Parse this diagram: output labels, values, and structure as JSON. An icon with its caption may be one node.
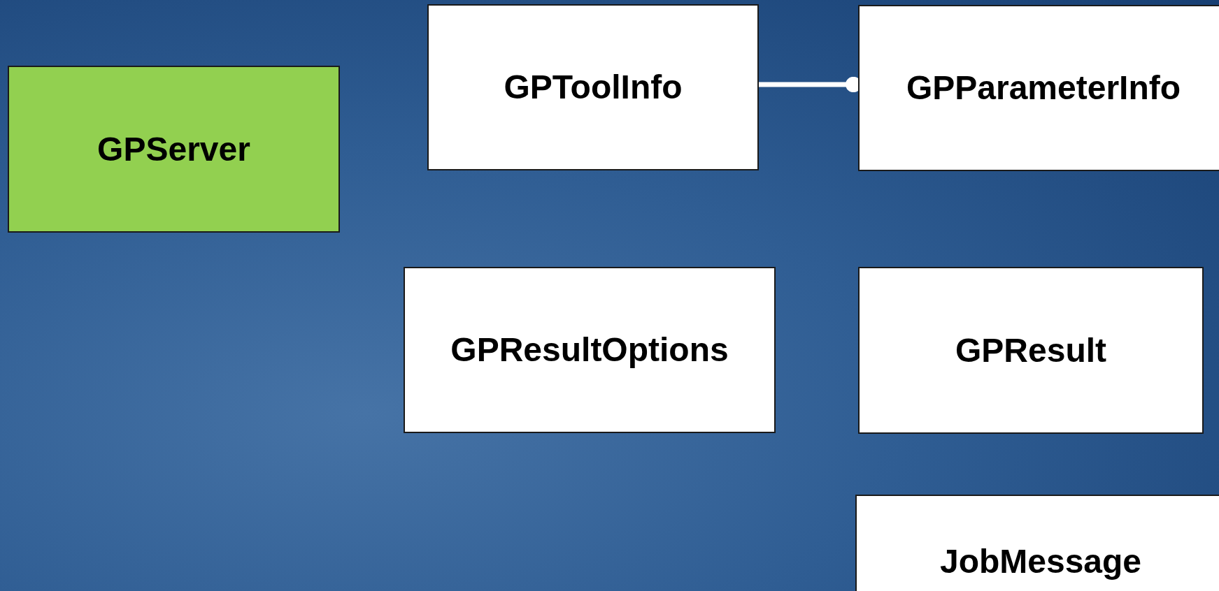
{
  "diagram": {
    "nodes": [
      {
        "text": [
          "GPServer"
        ]
      },
      {
        "text": [
          "GPToolInfo"
        ]
      },
      {
        "text": [
          "GPParameterInfo"
        ]
      },
      {
        "text": [
          "GPResultOptions"
        ]
      },
      {
        "text": [
          "GPResult"
        ]
      },
      {
        "text": [
          "JobMessage"
        ]
      }
    ],
    "edges": [
      {
        "from": 1,
        "to": 2,
        "arrow": "other"
      }
    ]
  }
}
